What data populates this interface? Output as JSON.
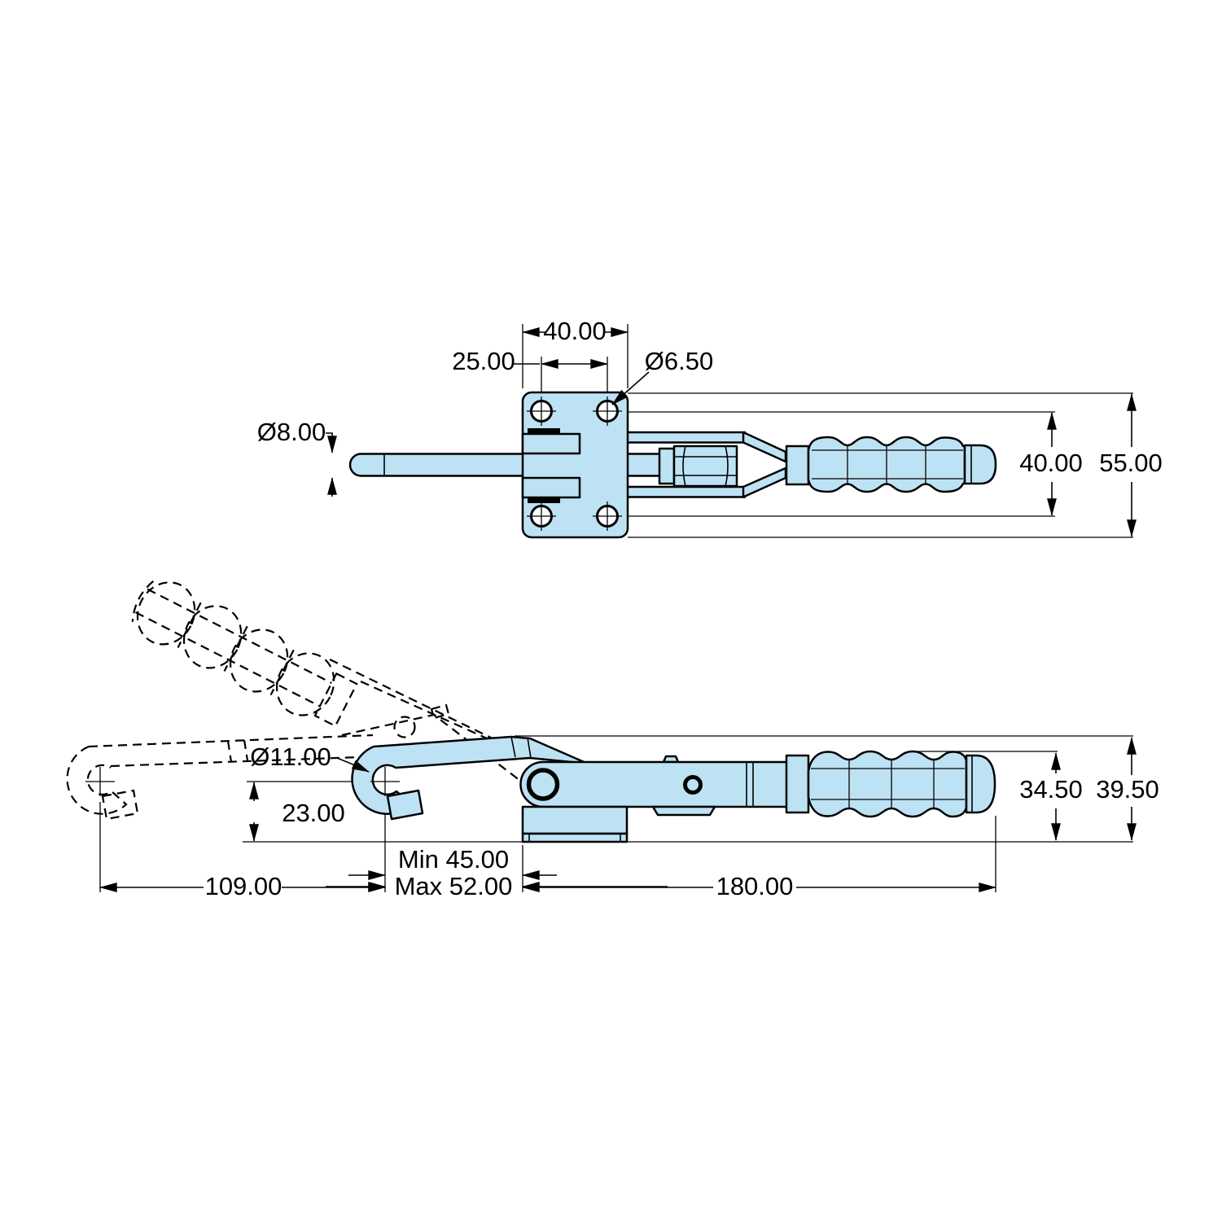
{
  "drawing": {
    "type": "engineering-drawing",
    "subject": "latch-type toggle clamp, two orthographic views (top view and side view with open position shown dashed)",
    "colors": {
      "part_fill": "#bde2f3",
      "line": "#000000",
      "background": "#ffffff"
    },
    "views": {
      "top": {
        "dims": {
          "plate_width": "40.00",
          "hole_spacing": "25.00",
          "hole_diameter": "Ø6.50",
          "rod_diameter": "Ø8.00",
          "hole_row_spacing": "40.00",
          "plate_height": "55.00"
        }
      },
      "side": {
        "dims": {
          "hook_diameter": "Ø11.00",
          "hook_center_height": "23.00",
          "hook_travel": "109.00",
          "reach_min": "Min 45.00",
          "reach_max": "Max 52.00",
          "body_length": "180.00",
          "handle_height": "34.50",
          "overall_height": "39.50"
        }
      }
    }
  }
}
